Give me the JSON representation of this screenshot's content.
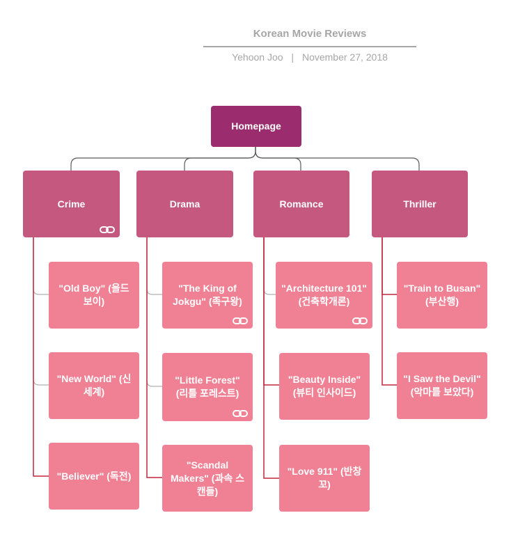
{
  "header": {
    "title": "Korean Movie Reviews",
    "author": "Yehoon Joo",
    "separator": "|",
    "date": "November 27, 2018"
  },
  "root": {
    "label": "Homepage"
  },
  "categories": [
    {
      "label": "Crime",
      "has_link": true
    },
    {
      "label": "Drama",
      "has_link": false
    },
    {
      "label": "Romance",
      "has_link": false
    },
    {
      "label": "Thriller",
      "has_link": false
    }
  ],
  "movies": {
    "crime": [
      {
        "label": "\"Old Boy\" (올드 보이)",
        "has_link": false
      },
      {
        "label": "\"New World\" (신세계)",
        "has_link": false
      },
      {
        "label": "\"Believer\" (독전)",
        "has_link": false
      }
    ],
    "drama": [
      {
        "label": "\"The King of Jokgu\" (족구왕)",
        "has_link": true
      },
      {
        "label": "\"Little Forest\" (리틀 포레스트)",
        "has_link": true
      },
      {
        "label": "\"Scandal Makers\" (과속 스캔들)",
        "has_link": false
      }
    ],
    "romance": [
      {
        "label": "\"Architecture 101\" (건축학개론)",
        "has_link": true
      },
      {
        "label": "\"Beauty Inside\" (뷰티 인사이드)",
        "has_link": false
      },
      {
        "label": "\"Love 911\" (반창꼬)",
        "has_link": false
      }
    ],
    "thriller": [
      {
        "label": "\"Train to Busan\" (부산행)",
        "has_link": false
      },
      {
        "label": "\"I Saw the Devil\" (악마를 보았다)",
        "has_link": false
      }
    ]
  },
  "colors": {
    "root": "#9b2d6e",
    "category": "#c4587f",
    "movie": "#f08093",
    "connector_top": "#5a5a5a",
    "connector_child": "#b0b0b0",
    "connector_last": "#c0253c",
    "header_text": "#a6a6a6"
  }
}
